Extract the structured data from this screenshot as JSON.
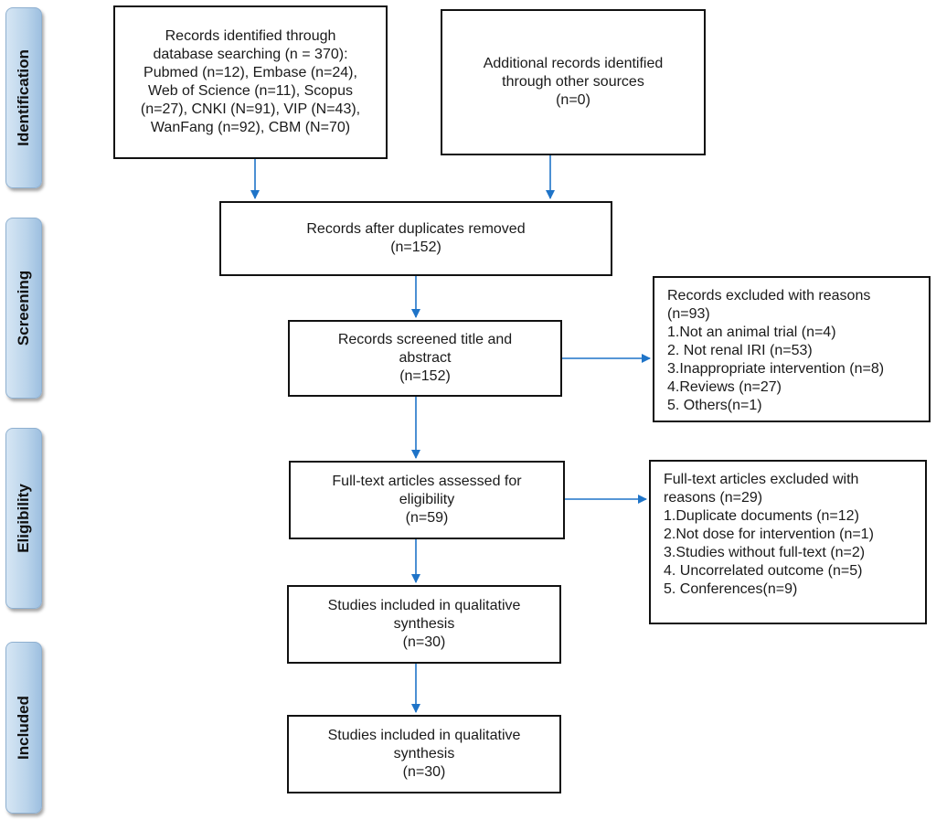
{
  "phases": [
    {
      "label": "Identification"
    },
    {
      "label": "Screening"
    },
    {
      "label": "Eligibility"
    },
    {
      "label": "Included"
    }
  ],
  "boxes": {
    "database": [
      "Records identified through",
      "database searching (n = 370):",
      "Pubmed (n=12), Embase (n=24),",
      "Web of Science (n=11), Scopus",
      "(n=27), CNKI (N=91), VIP (N=43),",
      "WanFang (n=92), CBM (N=70)"
    ],
    "other_sources": [
      "Additional records identified",
      "through other sources",
      "(n=0)"
    ],
    "duplicates_removed": [
      "Records after duplicates removed",
      "(n=152)"
    ],
    "screened": [
      "Records screened title and",
      "abstract",
      "(n=152)"
    ],
    "excluded_records": [
      "Records excluded with reasons",
      "(n=93)",
      "1.Not an animal trial (n=4)",
      "2. Not renal IRI (n=53)",
      "3.Inappropriate intervention (n=8)",
      "4.Reviews (n=27)",
      "5. Others(n=1)"
    ],
    "fulltext_assessed": [
      "Full-text articles assessed for",
      "eligibility",
      "(n=59)"
    ],
    "fulltext_excluded": [
      "Full-text articles excluded with",
      "reasons (n=29)",
      "1.Duplicate documents (n=12)",
      "2.Not dose for intervention (n=1)",
      "3.Studies without full-text (n=2)",
      "4. Uncorrelated outcome (n=5)",
      "5. Conferences(n=9)"
    ],
    "qualitative_1": [
      "Studies included in qualitative",
      "synthesis",
      "(n=30)"
    ],
    "qualitative_2": [
      "Studies included in qualitative",
      "synthesis",
      "(n=30)"
    ]
  },
  "colors": {
    "arrow": "#1f74c8",
    "border": "#111111",
    "phase_fill": "#b9d3ea"
  }
}
